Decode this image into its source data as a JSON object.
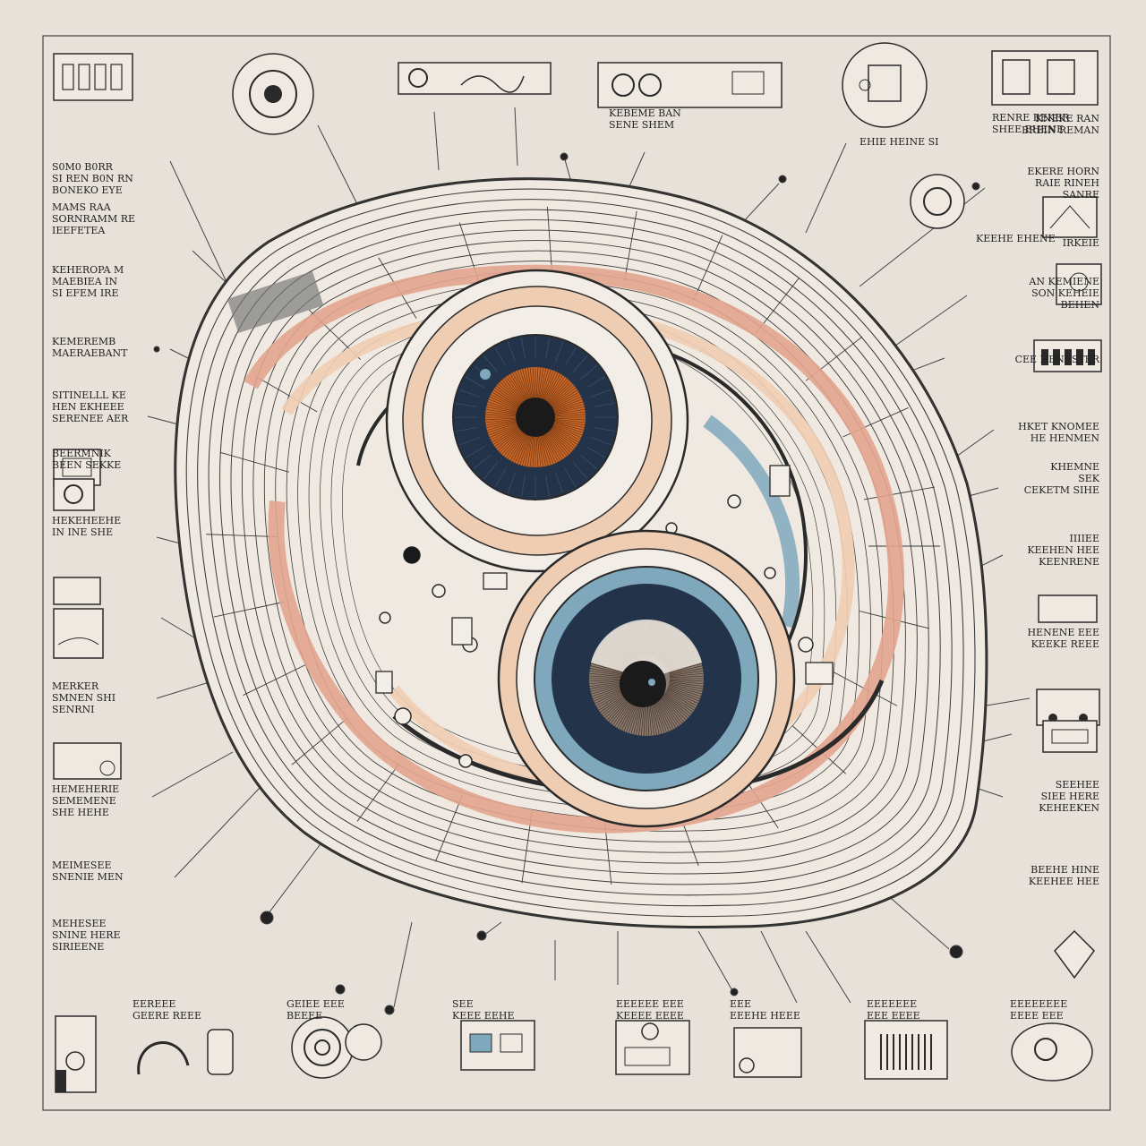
{
  "colors": {
    "paper": "#e7e1d9",
    "ink": "#2a2a2a",
    "salmon": "#e2a48e",
    "peach": "#efcdb3",
    "navy": "#22334a",
    "blue": "#7fa8bd",
    "orange": "#c8682a",
    "cream": "#f2ede6"
  },
  "labels": {
    "left": [
      [
        "S0M0 B0RR",
        "SI REN B0N RN",
        "BONEKO EYE"
      ],
      [
        "MAMS RAA",
        "SORNRAMM RE",
        "IEEFETEA"
      ],
      [
        "KEHEROPA M",
        "MAEBIEA IN",
        "SI EFEM IRE"
      ],
      [
        "KEMEREMB",
        "MAERAEBANT"
      ],
      [
        "SITINELLL KE",
        "HEN EKHEEE",
        "SERENEE AER"
      ],
      [
        "BEERMNIK",
        "BEEN SEKKE"
      ],
      [
        "HEKEHEEHE",
        "IN INE SHE"
      ],
      [
        "MERKER",
        "SMNEN SHI",
        "SENRNI"
      ],
      [
        "HEMEHERIE",
        "SEMEMENE",
        "SHE HEHE"
      ],
      [
        "MEIMESEE",
        "SNENIE MEN"
      ],
      [
        "MEHESEE",
        "SNINE HERE",
        "SIRIEENE"
      ]
    ],
    "right": [
      [
        "KNEKE RAN",
        "BREIN REMAN"
      ],
      [
        "EKERE HORN",
        "RAIE RINEH",
        "SANRE"
      ],
      [
        "IRKEIE"
      ],
      [
        "AN KEMIENE",
        "SON KEHEIE",
        "BEHEN"
      ],
      [
        "CEE HENESTER"
      ],
      [
        "HKET KNOMEE",
        "HE HENMEN"
      ],
      [
        "KHEMNE",
        "SEK",
        "CEKETM SIHE"
      ],
      [
        "IIIIEE",
        "KEEHEN HEE",
        "KEENRENE"
      ],
      [
        "HENENE EEE",
        "KEEKE REEE"
      ],
      [
        "SEEHEE",
        "SIEE HERE",
        "KEHEEKEN"
      ],
      [
        "BEEHE HINE",
        "KEEHEE HEE"
      ]
    ],
    "top": [
      [
        "KEBEME BAN",
        "SENE SHEM"
      ],
      [
        "EHIE HEINE SI"
      ],
      [
        "RENRE BEKER",
        "SHEE EHENE"
      ],
      [
        "KEEHE EHENE"
      ]
    ],
    "bottom": [
      [
        "EEREEE",
        "GEERE REEE"
      ],
      [
        "GEIEE EEE",
        "BEEEE"
      ],
      [
        "SEE",
        "KEEE EEHE"
      ],
      [
        "EEEEEE EEE",
        "KEEEE EEEE"
      ],
      [
        "EEE",
        "EEEHE HEEE"
      ],
      [
        "EEEEEEE",
        "EEE EEEE"
      ],
      [
        "EEEEEEEE",
        "EEEE EEE"
      ]
    ]
  },
  "icons": {
    "top": [
      "battery-panel-icon",
      "gauge-circle-icon",
      "camera-panel-icon",
      "lens-panel-icon",
      "gear-circle-icon",
      "meter-panel-icon"
    ],
    "bottom": [
      "lock-device-icon",
      "hook-icon",
      "lens-ring-icon",
      "screen-box-icon",
      "sensor-box-icon",
      "clip-box-icon",
      "barcode-box-icon",
      "oval-lens-icon"
    ],
    "right": [
      "dial-circle-icon",
      "house-sketch-icon",
      "car-sketch-icon",
      "ram-module-icon",
      "counter-box-icon",
      "truck-sketch-icon",
      "chip-icon",
      "diamond-icon"
    ],
    "left": [
      "module-icon",
      "camera-icon",
      "hooded-icon",
      "rectangular-box-icon",
      "scroll-box-icon"
    ]
  }
}
